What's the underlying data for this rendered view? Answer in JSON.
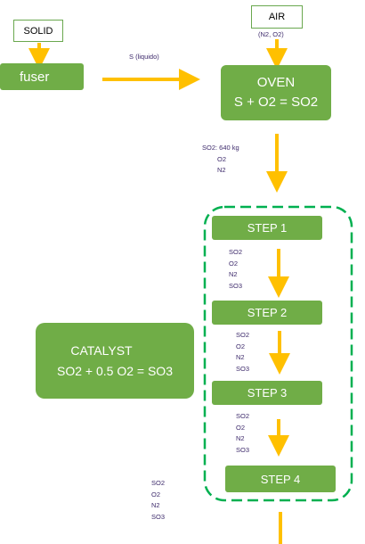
{
  "nodes": {
    "solid": "SOLID",
    "air": "AIR",
    "air_composition": "(N2, O2)",
    "fuser": "fuser",
    "oven_title": "OVEN",
    "oven_reaction": "S + O2 = SO2",
    "step1": "STEP 1",
    "step2": "STEP 2",
    "step3": "STEP 3",
    "step4": "STEP 4",
    "catalyst_title": "CATALYST",
    "catalyst_reaction": "SO2 + 0.5 O2 = SO3"
  },
  "edges": {
    "fuser_to_oven": "S (liquido)",
    "oven_out": [
      "SO2: 640 kg",
      "O2",
      "N2"
    ],
    "step1_out": [
      "SO2",
      "O2",
      "N2",
      "SO3"
    ],
    "step2_out": [
      "SO2",
      "O2",
      "N2",
      "SO3"
    ],
    "step3_out": [
      "SO2",
      "O2",
      "N2",
      "SO3"
    ],
    "step4_out": [
      "SO2",
      "O2",
      "N2",
      "SO3"
    ]
  },
  "colors": {
    "green": "#70ad47",
    "arrow": "#ffc000",
    "dashed_border": "#00b050",
    "label_text": "#3d2a6b"
  }
}
